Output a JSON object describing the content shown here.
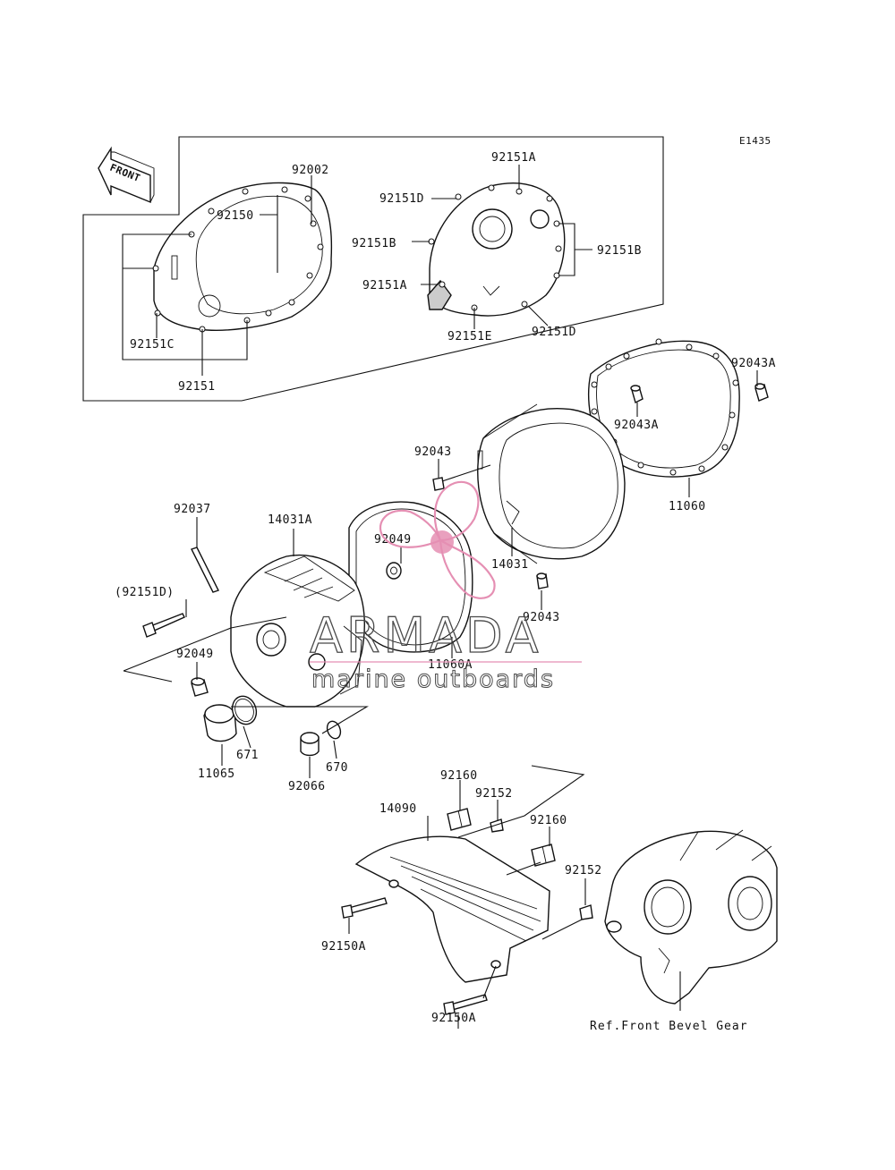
{
  "diagram_code": "E1435",
  "front_arrow_label": "FRONT",
  "labels": {
    "p92002": "92002",
    "p92150": "92150",
    "p92151C": "92151C",
    "p92151": "92151",
    "p92151A_top": "92151A",
    "p92151D_top": "92151D",
    "p92151B_left": "92151B",
    "p92151B_right": "92151B",
    "p92151A_left": "92151A",
    "p92151E": "92151E",
    "p92151D_bottom": "92151D",
    "p92043A_right": "92043A",
    "p92043A_mid": "92043A",
    "p11060": "11060",
    "p92043_top": "92043",
    "p92037": "92037",
    "p14031A": "14031A",
    "p92151D_paren": "(92151D)",
    "p92049_mid": "92049",
    "p14031": "14031",
    "p92043_bottom": "92043",
    "p11060A": "11060A",
    "p92049_left": "92049",
    "p671": "671",
    "p11065": "11065",
    "p670": "670",
    "p92066": "92066",
    "p92160_top": "92160",
    "p92152_top": "92152",
    "p14090": "14090",
    "p92160_right": "92160",
    "p92152_right": "92152",
    "p92150A_left": "92150A",
    "p92150A_bottom": "92150A",
    "ref_front_bevel": "Ref.Front Bevel Gear"
  },
  "watermark": {
    "brand": "ARMADA",
    "tagline": "marine outboards",
    "logo_color": "#e58fb3"
  }
}
